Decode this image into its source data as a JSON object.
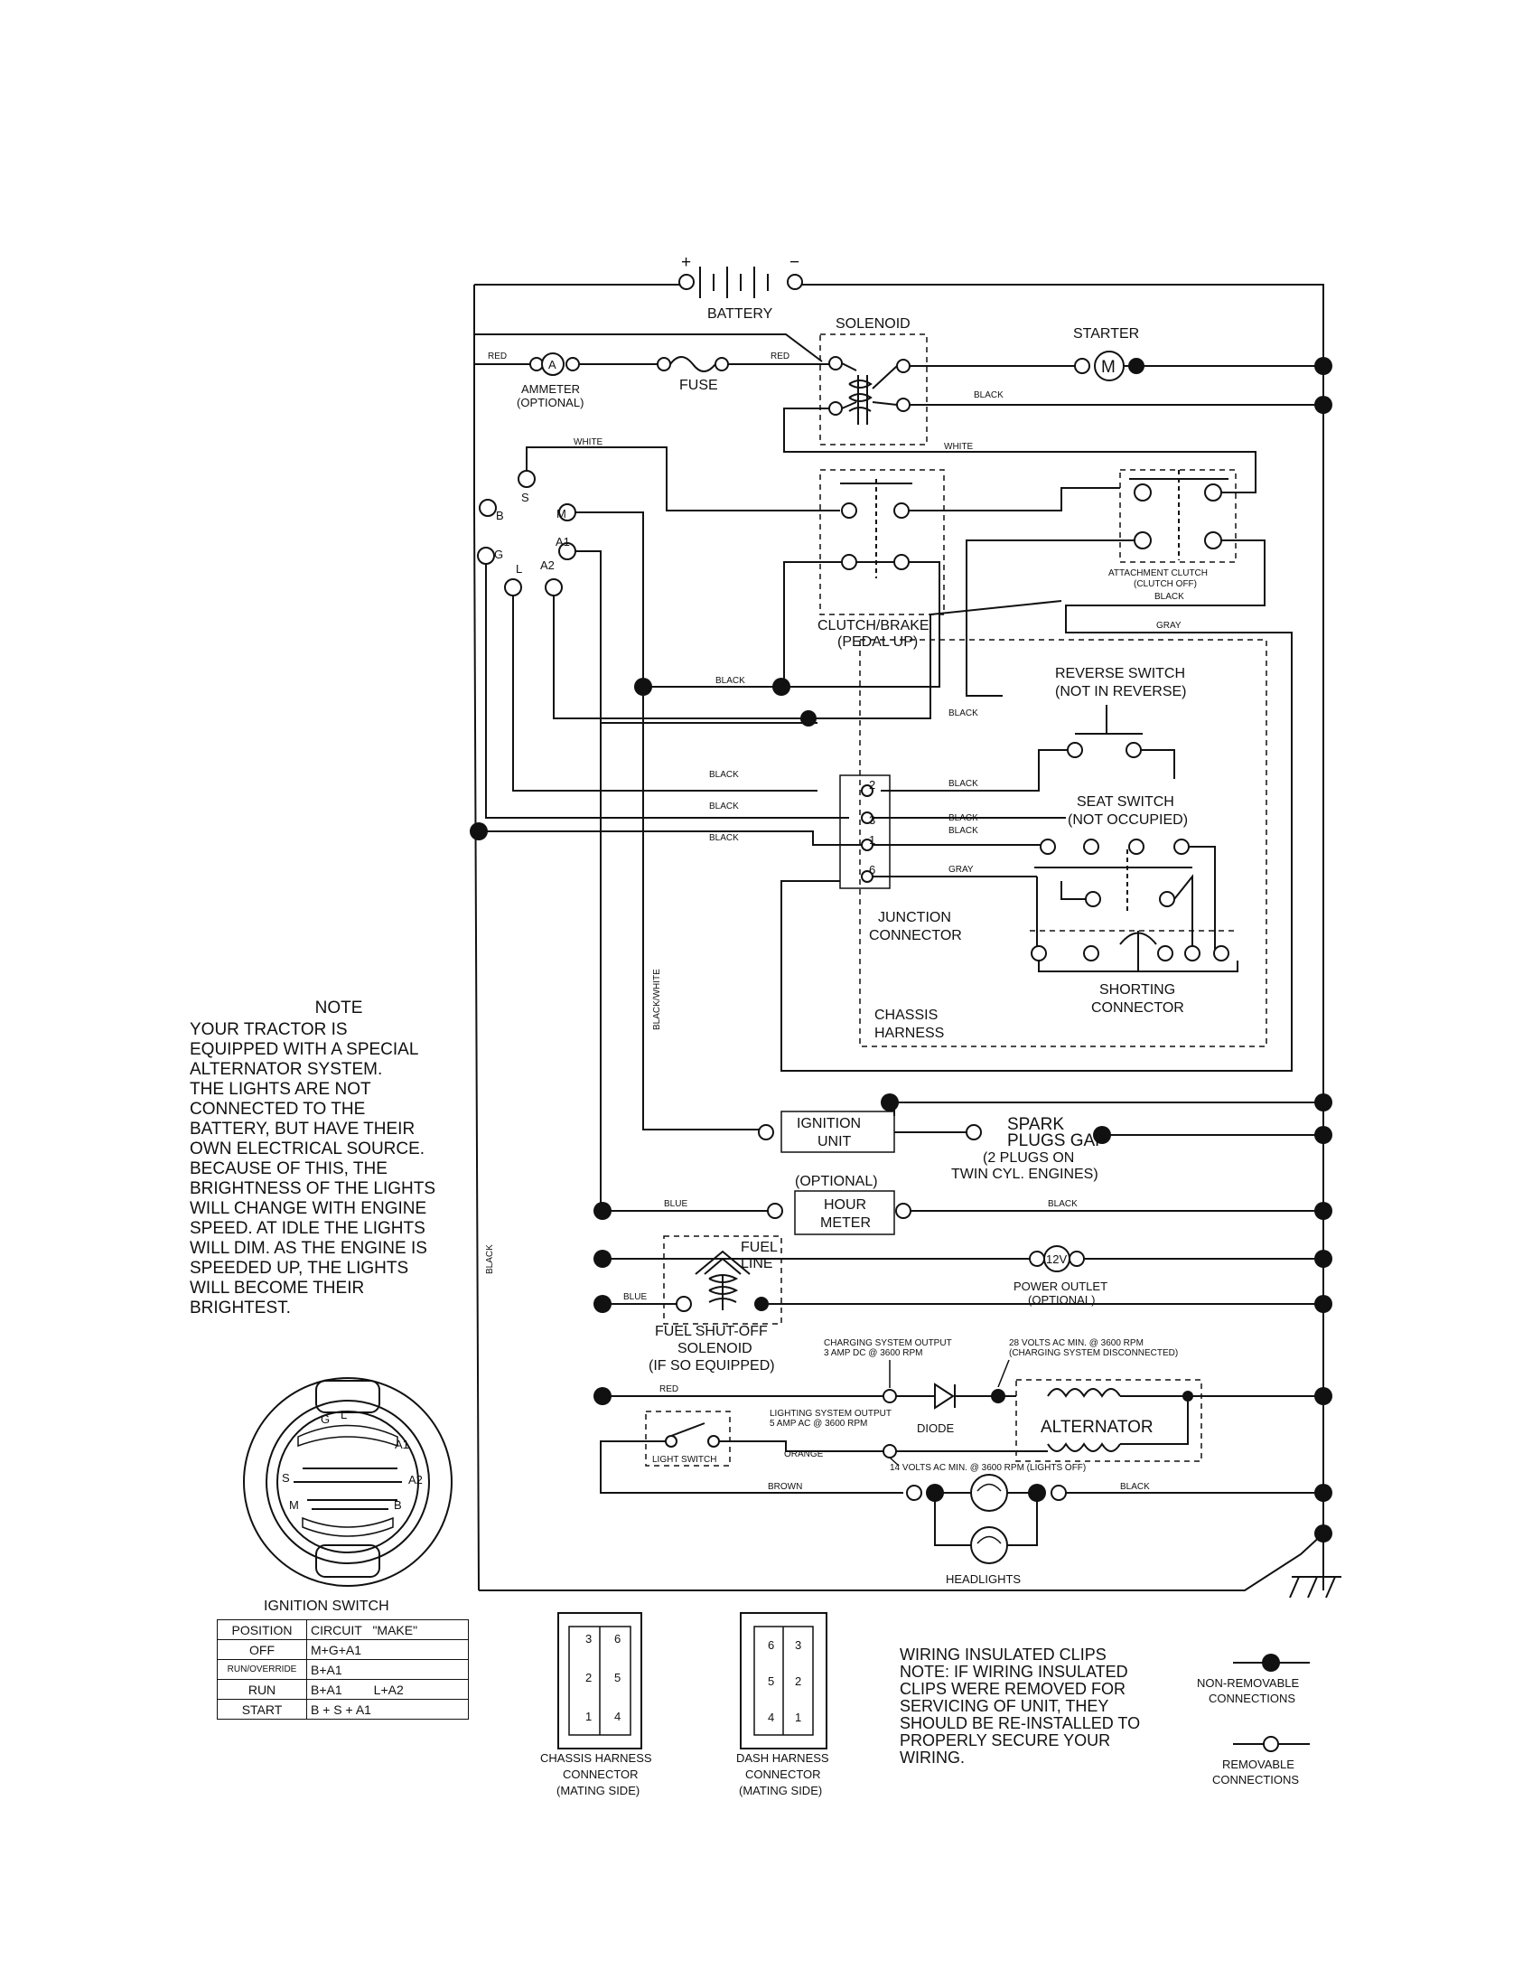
{
  "components": {
    "battery": "BATTERY",
    "battery_plus": "+",
    "battery_minus": "−",
    "solenoid": "SOLENOID",
    "starter": "STARTER",
    "starter_symbol": "M",
    "ammeter": "AMMETER",
    "ammeter_optional": "(OPTIONAL)",
    "ammeter_symbol": "A",
    "fuse": "FUSE",
    "clutch_brake": "CLUTCH/BRAKE",
    "clutch_brake_sub": "(PEDAL UP)",
    "attachment_clutch": "ATTACHMENT CLUTCH",
    "attachment_clutch_sub": "(CLUTCH OFF)",
    "reverse_switch": "REVERSE SWITCH",
    "reverse_switch_sub": "(NOT IN REVERSE)",
    "seat_switch": "SEAT SWITCH",
    "seat_switch_sub": "(NOT OCCUPIED)",
    "junction_connector_1": "JUNCTION",
    "junction_connector_2": "CONNECTOR",
    "shorting_connector_1": "SHORTING",
    "shorting_connector_2": "CONNECTOR",
    "chassis_harness_1": "CHASSIS",
    "chassis_harness_2": "HARNESS",
    "ignition_unit_1": "IGNITION",
    "ignition_unit_2": "UNIT",
    "spark_plugs_1": "SPARK",
    "spark_plugs_2": "PLUGS GAP",
    "spark_plugs_3": "(2 PLUGS ON",
    "spark_plugs_4": "TWIN CYL. ENGINES)",
    "hour_meter_optional": "(OPTIONAL)",
    "hour_meter_1": "HOUR",
    "hour_meter_2": "METER",
    "fuel_line_1": "FUEL",
    "fuel_line_2": "LINE",
    "power_outlet_symbol": "12V",
    "power_outlet": "POWER OUTLET",
    "power_outlet_optional": "(OPTIONAL)",
    "fuel_solenoid_1": "FUEL SHUT-OFF",
    "fuel_solenoid_2": "SOLENOID",
    "fuel_solenoid_3": "(IF SO EQUIPPED)",
    "charging_output_1": "CHARGING SYSTEM OUTPUT",
    "charging_output_2": "3 AMP DC @ 3600 RPM",
    "volts_28_1": "28 VOLTS AC MIN. @ 3600 RPM",
    "volts_28_2": "(CHARGING SYSTEM DISCONNECTED)",
    "lighting_output_1": "LIGHTING SYSTEM OUTPUT",
    "lighting_output_2": "5 AMP AC @ 3600 RPM",
    "diode": "DIODE",
    "alternator": "ALTERNATOR",
    "light_switch": "LIGHT SWITCH",
    "volts_14": "14 VOLTS AC MIN. @ 3600 RPM (LIGHTS OFF)",
    "headlights": "HEADLIGHTS",
    "ignition_switch": "IGNITION SWITCH"
  },
  "terminals": {
    "b": "B",
    "s": "S",
    "m": "M",
    "g": "G",
    "l": "L",
    "a1": "A1",
    "a2": "A2",
    "j2": "2",
    "j3": "3",
    "j1": "1",
    "j6": "6"
  },
  "wires": {
    "red": "RED",
    "white": "WHITE",
    "black": "BLACK",
    "gray": "GRAY",
    "blue": "BLUE",
    "orange": "ORANGE",
    "brown": "BROWN",
    "black_white": "BLACK/WHITE"
  },
  "note": {
    "title": "NOTE",
    "lines": [
      "YOUR TRACTOR IS",
      "EQUIPPED WITH A SPECIAL",
      "ALTERNATOR SYSTEM.",
      "THE LIGHTS ARE NOT",
      "CONNECTED TO THE",
      "BATTERY, BUT HAVE THEIR",
      "OWN ELECTRICAL SOURCE.",
      "BECAUSE OF THIS, THE",
      "BRIGHTNESS OF THE LIGHTS",
      "WILL CHANGE WITH ENGINE",
      "SPEED.  AT IDLE THE LIGHTS",
      "WILL DIM.  AS THE ENGINE IS",
      "SPEEDED UP, THE LIGHTS",
      "WILL BECOME THEIR",
      "BRIGHTEST."
    ]
  },
  "ignition_switch_diagram": {
    "g": "G",
    "l": "L",
    "a1": "A1",
    "a2": "A2",
    "s": "S",
    "m": "M",
    "b": "B"
  },
  "ignition_table": {
    "headers": [
      "POSITION",
      "CIRCUIT",
      "\"MAKE\""
    ],
    "rows": [
      {
        "position": "OFF",
        "circuit": "M+G+A1",
        "extra": ""
      },
      {
        "position": "RUN/OVERRIDE",
        "circuit": "B+A1",
        "extra": ""
      },
      {
        "position": "RUN",
        "circuit": "B+A1",
        "extra": "L+A2"
      },
      {
        "position": "START",
        "circuit": "B + S + A1",
        "extra": ""
      }
    ]
  },
  "chassis_connector": {
    "pins": [
      "3",
      "6",
      "2",
      "5",
      "1",
      "4"
    ],
    "label_1": "CHASSIS HARNESS",
    "label_2": "CONNECTOR",
    "label_3": "(MATING SIDE)"
  },
  "dash_connector": {
    "pins": [
      "6",
      "3",
      "5",
      "2",
      "4",
      "1"
    ],
    "label_1": "DASH HARNESS",
    "label_2": "CONNECTOR",
    "label_3": "(MATING SIDE)"
  },
  "clips_note": {
    "lines": [
      "WIRING INSULATED CLIPS",
      "NOTE: IF WIRING INSULATED",
      "CLIPS WERE REMOVED FOR",
      "SERVICING OF UNIT, THEY",
      "SHOULD BE RE-INSTALLED TO",
      "PROPERLY SECURE YOUR",
      "WIRING."
    ]
  },
  "legend": {
    "non_removable_1": "NON-REMOVABLE",
    "non_removable_2": "CONNECTIONS",
    "removable_1": "REMOVABLE",
    "removable_2": "CONNECTIONS"
  }
}
